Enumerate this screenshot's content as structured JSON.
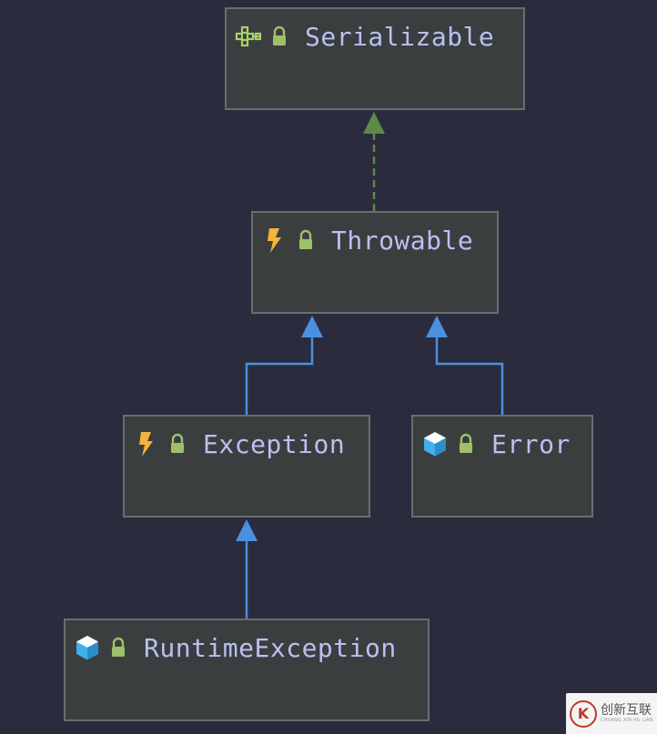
{
  "diagram": {
    "nodes": {
      "serializable": {
        "label": "Serializable",
        "kind": "interface",
        "icon": "interface-icon",
        "modifier_icon": "lock-icon"
      },
      "throwable": {
        "label": "Throwable",
        "kind": "class",
        "icon": "throwable-bolt-icon",
        "modifier_icon": "lock-icon"
      },
      "exception": {
        "label": "Exception",
        "kind": "class",
        "icon": "throwable-bolt-icon",
        "modifier_icon": "lock-icon"
      },
      "error": {
        "label": "Error",
        "kind": "class",
        "icon": "class-cube-icon",
        "modifier_icon": "lock-icon"
      },
      "runtime": {
        "label": "RuntimeException",
        "kind": "class",
        "icon": "class-cube-icon",
        "modifier_icon": "lock-icon"
      }
    },
    "edges": [
      {
        "from": "throwable",
        "to": "serializable",
        "type": "implements",
        "style": "dashed"
      },
      {
        "from": "exception",
        "to": "throwable",
        "type": "extends",
        "style": "solid"
      },
      {
        "from": "error",
        "to": "throwable",
        "type": "extends",
        "style": "solid"
      },
      {
        "from": "runtime",
        "to": "exception",
        "type": "extends",
        "style": "solid"
      }
    ],
    "colors": {
      "background": "#2a2c3d",
      "node_fill": "#3b3e3f",
      "node_border": "#6a6d70",
      "label": "#b9c1f2",
      "implements_edge": "#5d8a44",
      "extends_edge": "#4a8fe0",
      "bolt": "#f4b43c",
      "lock": "#9fc06a",
      "cube": "#3fb0ea",
      "interface_icon": "#a7d36d"
    }
  },
  "watermark": {
    "logo_glyph": "K",
    "text": "创新互联",
    "subtext": "CHUANG XIN HU LIAN"
  }
}
